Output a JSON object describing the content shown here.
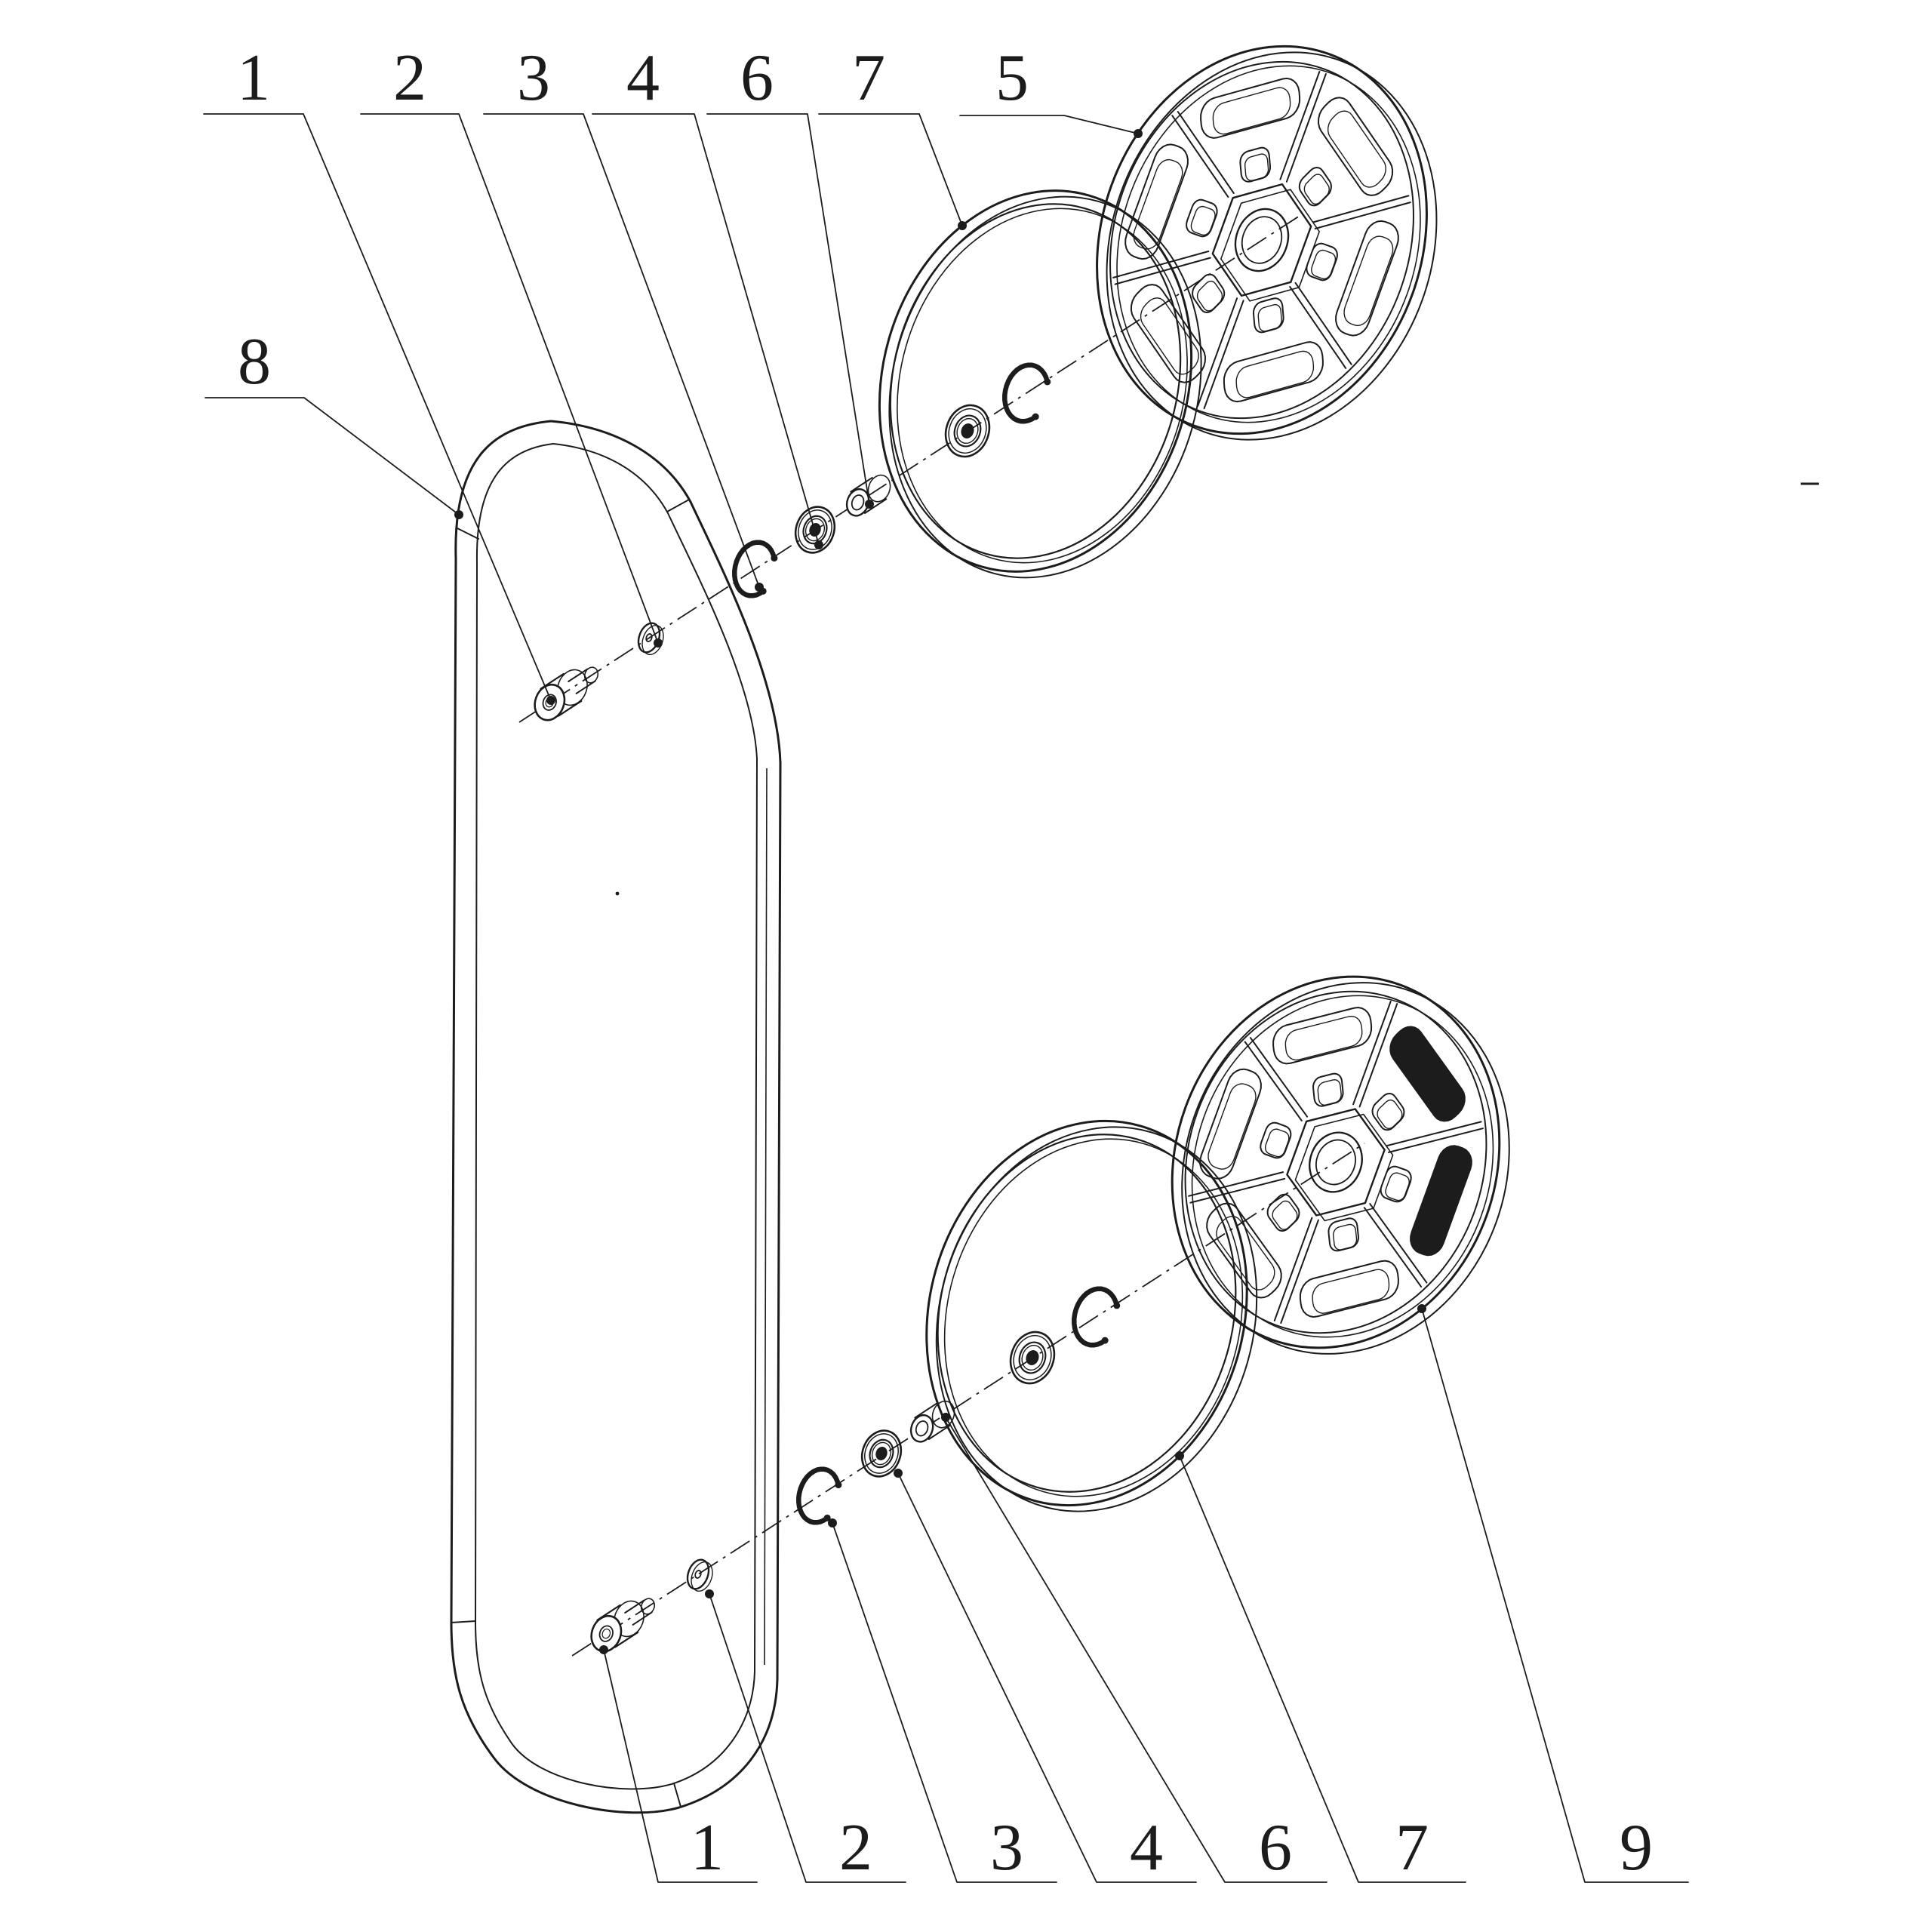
{
  "figure": {
    "background": "#ffffff",
    "ink": "#1c1c1c",
    "callouts": {
      "top_row": [
        {
          "label": "1"
        },
        {
          "label": "2"
        },
        {
          "label": "3"
        },
        {
          "label": "4"
        },
        {
          "label": "6"
        },
        {
          "label": "7"
        },
        {
          "label": "5"
        }
      ],
      "side": [
        {
          "label": "8"
        }
      ],
      "bottom_row": [
        {
          "label": "1"
        },
        {
          "label": "2"
        },
        {
          "label": "3"
        },
        {
          "label": "4"
        },
        {
          "label": "6"
        },
        {
          "label": "7"
        },
        {
          "label": "9"
        }
      ]
    },
    "stray_marks": [
      {
        "type": "dash"
      },
      {
        "type": "dot"
      }
    ]
  }
}
